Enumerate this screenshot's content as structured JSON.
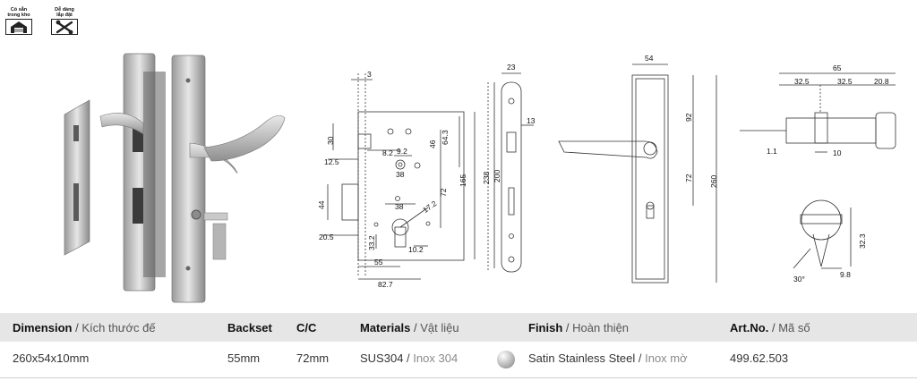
{
  "badges": {
    "in_stock": {
      "line1": "Có sẵn",
      "line2": "trong kho",
      "icon": "warehouse-icon"
    },
    "easy_install": {
      "line1": "Dễ dàng",
      "line2": "lắp đặt",
      "icon": "tools-icon"
    }
  },
  "drawing": {
    "mortise": {
      "top_offset": "3",
      "d30": "30",
      "d12_5": "12.5",
      "d8_2": "8.2",
      "d9_2": "9.2",
      "d46": "46",
      "d64_3": "64.3",
      "d38a": "38",
      "d72": "72",
      "d165": "165",
      "d44": "44",
      "d38b": "38",
      "d17_2": "17.2",
      "d33_2": "33.2",
      "d20_5": "20.5",
      "d10_2": "10.2",
      "d55": "55",
      "d82_7": "82.7"
    },
    "faceplate": {
      "d23": "23",
      "d13": "13",
      "d238": "238",
      "d200": "200"
    },
    "handle_plate": {
      "d54": "54",
      "d92": "92",
      "d72": "72",
      "d260": "260"
    },
    "cylinder": {
      "d65": "65",
      "d32_5a": "32.5",
      "d32_5b": "32.5",
      "d20_8": "20.8",
      "d1_1": "1.1",
      "d10": "10",
      "d32_3": "32.3",
      "d9_8": "9.8",
      "d30deg": "30°"
    }
  },
  "table": {
    "headers": {
      "dimension_en": "Dimension",
      "dimension_vi": "Kích thước đế",
      "backset": "Backset",
      "cc": "C/C",
      "materials_en": "Materials",
      "materials_vi": "Vật liệu",
      "finish_en": "Finish",
      "finish_vi": "Hoàn thiện",
      "artno_en": "Art.No.",
      "artno_vi": "Mã số",
      "slash": "/"
    },
    "row": {
      "dimension": "260x54x10mm",
      "backset": "55mm",
      "cc": "72mm",
      "materials_en": "SUS304",
      "materials_vi": "Inox 304",
      "finish_en": "Satin Stainless Steel",
      "finish_vi": "Inox mờ",
      "artno": "499.62.503"
    }
  }
}
